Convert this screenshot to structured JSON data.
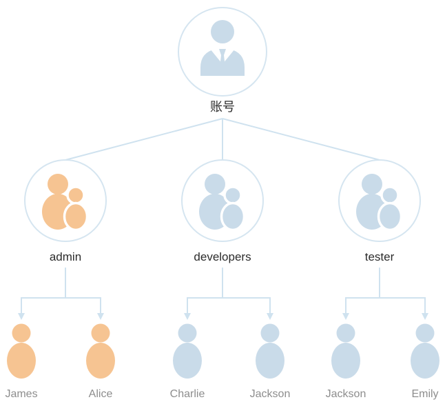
{
  "diagram": {
    "root_label": "账号",
    "groups": [
      {
        "label": "admin",
        "members": [
          "James",
          "Alice"
        ]
      },
      {
        "label": "developers",
        "members": [
          "Charlie",
          "Jackson"
        ]
      },
      {
        "label": "tester",
        "members": [
          "Jackson",
          "Emily"
        ]
      }
    ],
    "colors": {
      "orange": "#f6c492",
      "blue": "#c9dbe9",
      "line": "#cfe2ef",
      "circle_stroke": "#d5e5f0",
      "label_text": "#2b2b2b",
      "name_text": "#8d8d8d"
    }
  }
}
